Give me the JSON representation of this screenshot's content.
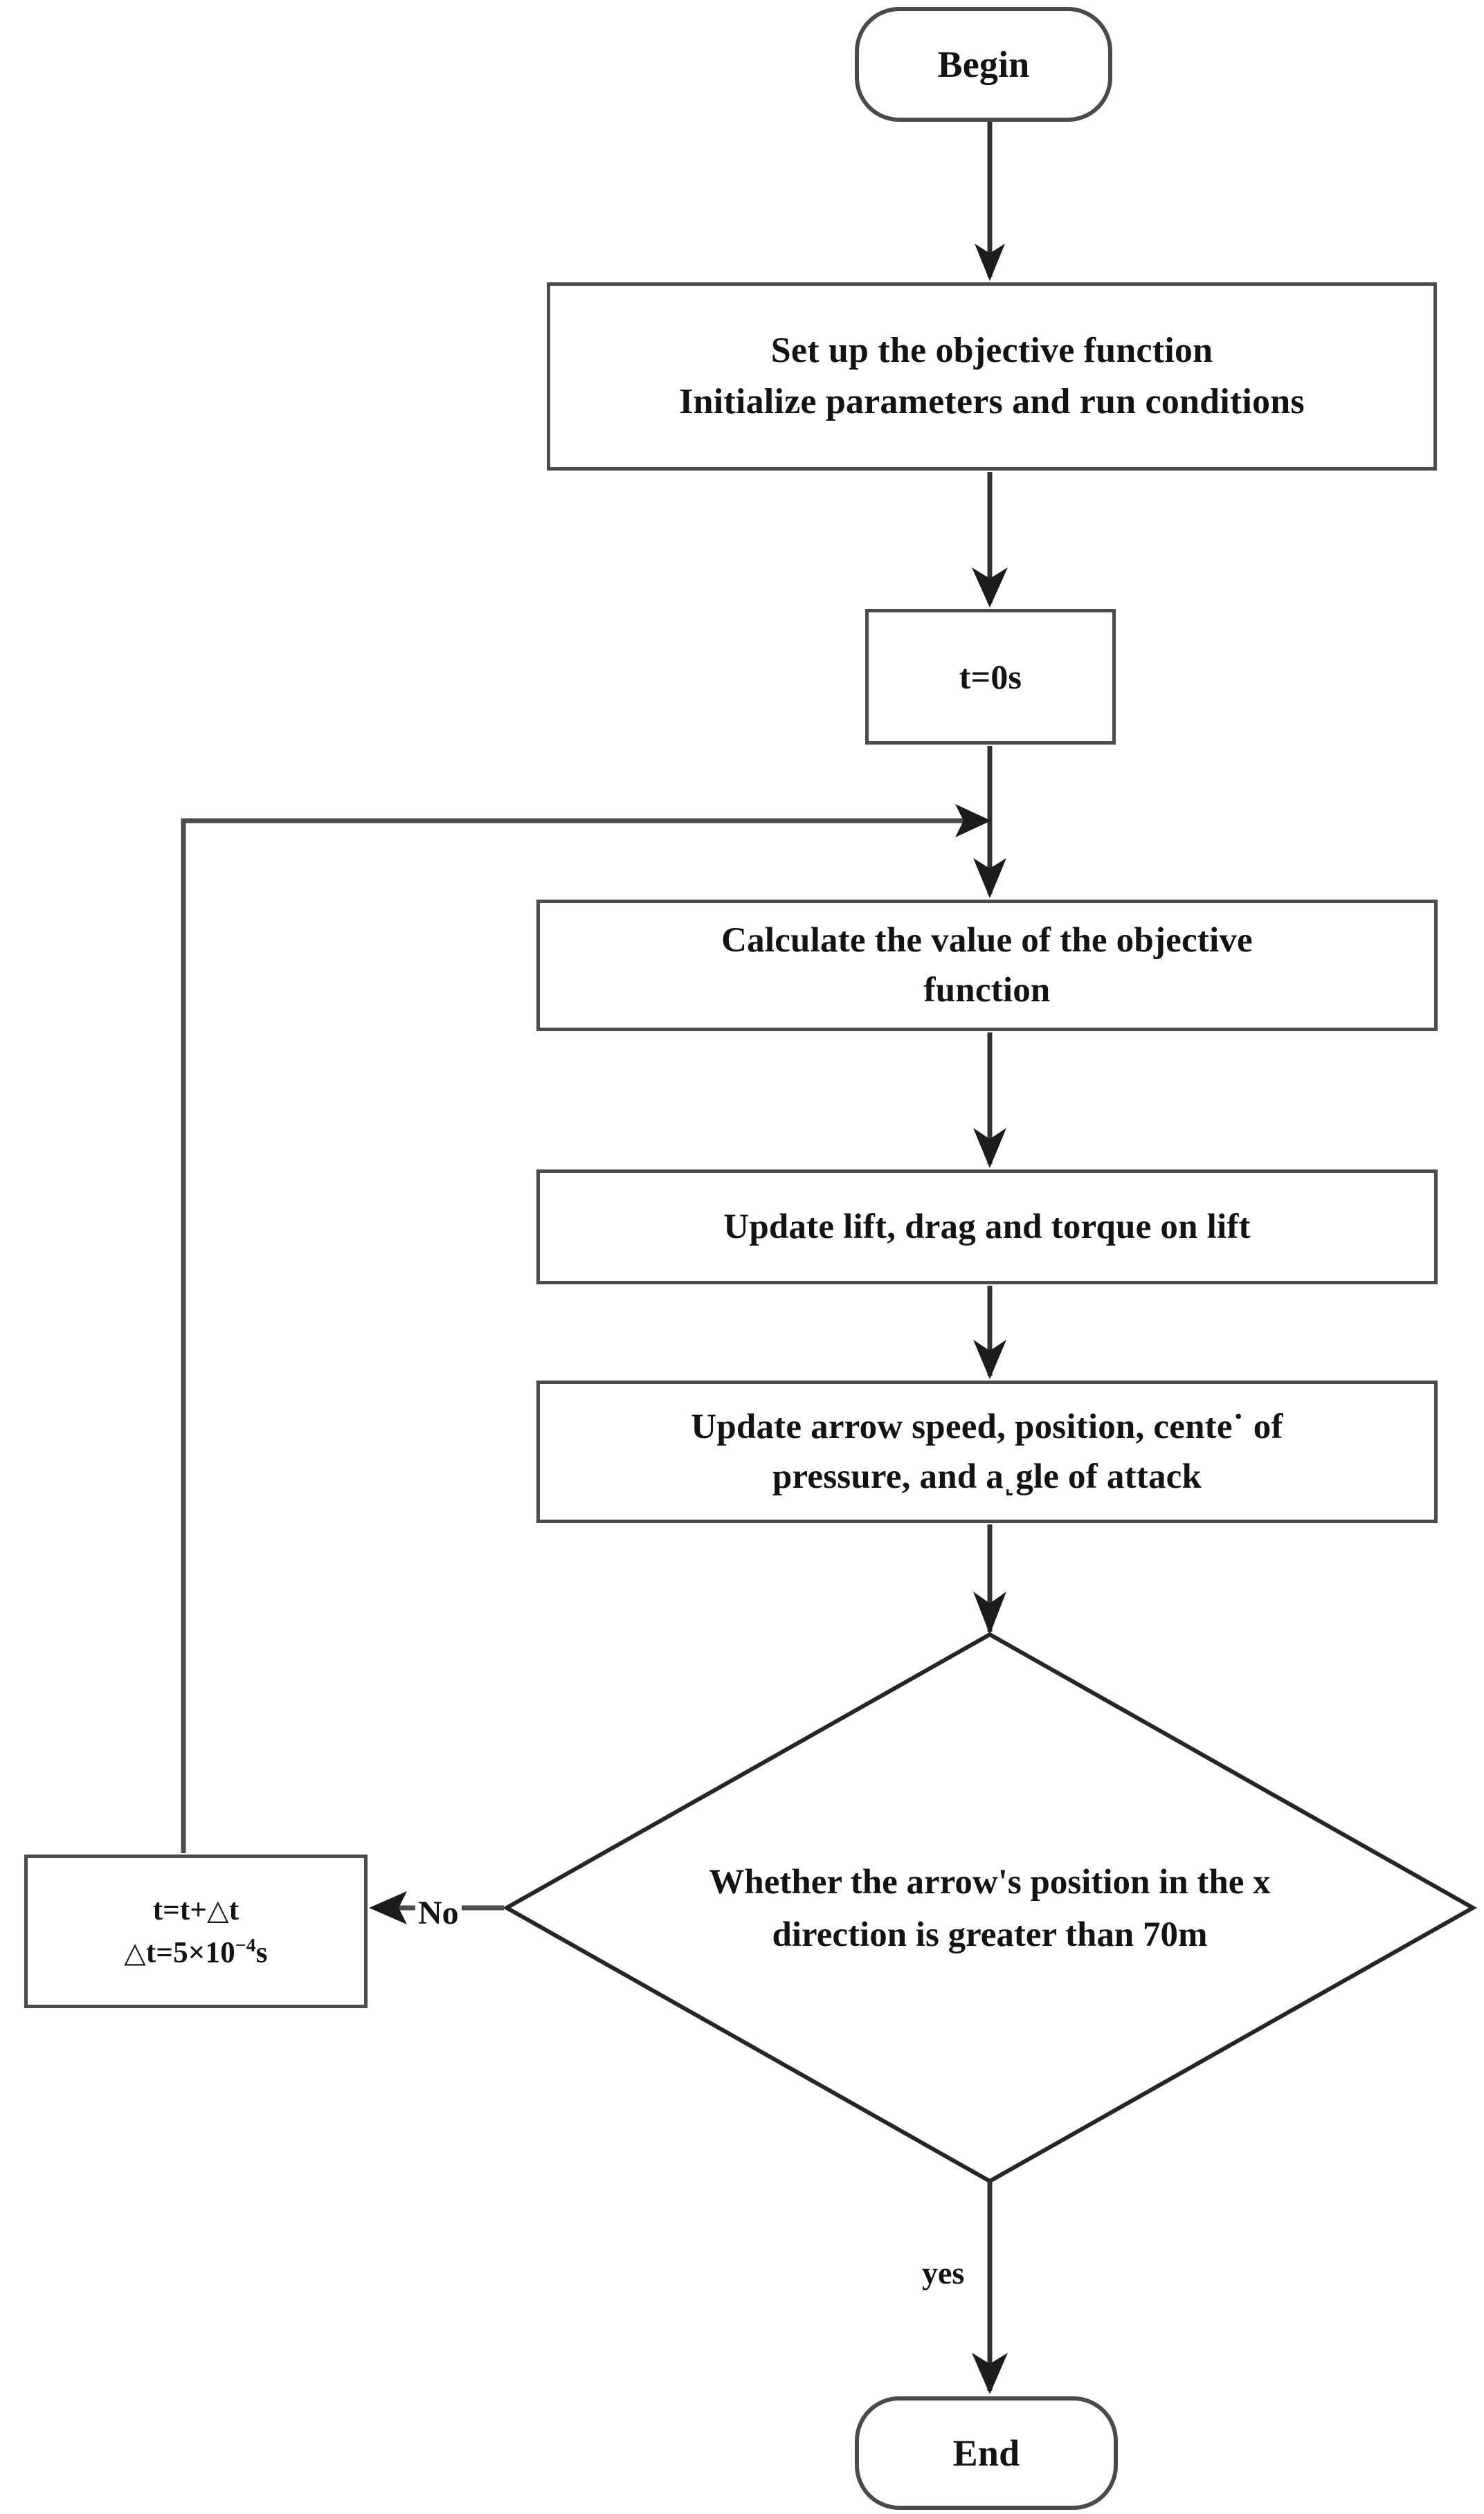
{
  "diagram": {
    "type": "flowchart",
    "title": "Arrow flight simulation flowchart",
    "orientation": "top-to-bottom",
    "stroke_color": "#4c4c4c",
    "text_color": "#131313",
    "background_color": "#ffffff"
  },
  "nodes": {
    "start": {
      "shape": "stadium",
      "label": "Begin"
    },
    "setup": {
      "shape": "rectangle",
      "line1": "Set up the objective function",
      "line2": "Initialize parameters and run conditions"
    },
    "time_init": {
      "shape": "rectangle",
      "label": "t=0s"
    },
    "calculate": {
      "shape": "rectangle",
      "line1": "Calculate the value of the objective",
      "line2": "function"
    },
    "update_forces": {
      "shape": "rectangle",
      "label": "Update lift, drag and torque on lift"
    },
    "update_state": {
      "shape": "rectangle",
      "line1": "Update arrow speed, position, cente˙ of",
      "line2": "pressure, and a˻gle of attack"
    },
    "decision": {
      "shape": "diamond",
      "line1": "Whether the arrow's position in the x",
      "line2": "direction is greater  than 70m"
    },
    "time_step": {
      "shape": "rectangle",
      "line1_prefix": "t=t+",
      "line1_symbol": "△",
      "line1_suffix": "t",
      "line2_symbol": "△",
      "line2_prefix": "t=5×10",
      "line2_exponent": "−4",
      "line2_suffix": "s"
    },
    "end": {
      "shape": "stadium",
      "label": "End"
    }
  },
  "edges": {
    "no_label": "No",
    "yes_label": "yes",
    "sequence": [
      "start -> setup",
      "setup -> time_init",
      "time_init -> calculate",
      "calculate -> update_forces",
      "update_forces -> update_state",
      "update_state -> decision",
      "decision -> time_step (No)",
      "time_step -> calculate (loop back)",
      "decision -> end (yes)"
    ]
  }
}
